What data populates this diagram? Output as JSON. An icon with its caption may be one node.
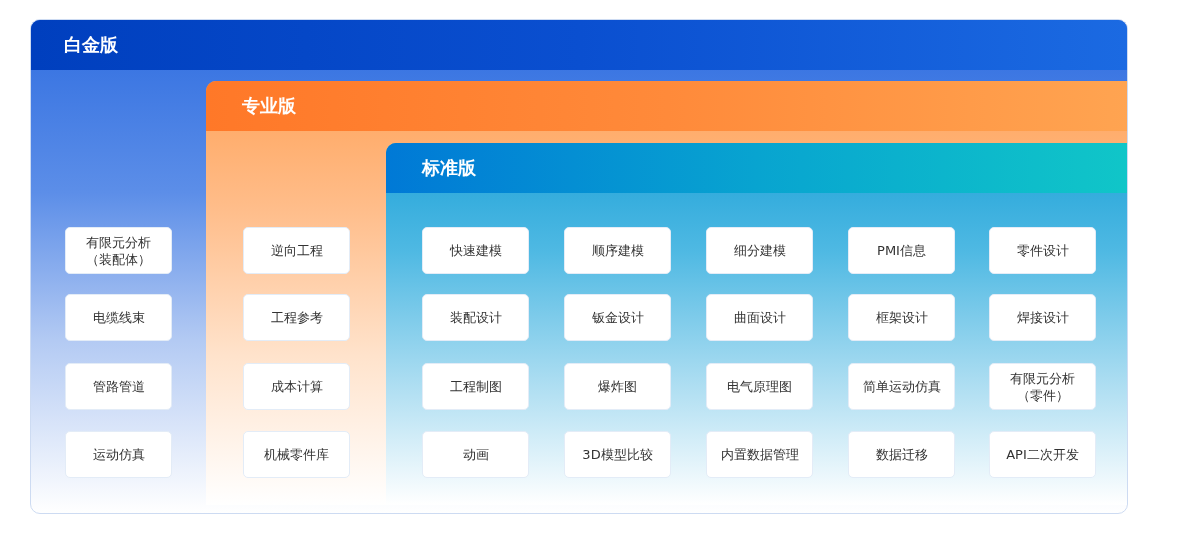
{
  "diagram": {
    "nodes": [
      {
        "text": [
          "白金版"
        ]
      },
      {
        "text": [
          "有限元分析（装配体）"
        ],
        "in": 0
      },
      {
        "text": [
          "电缆线束"
        ],
        "in": 0
      },
      {
        "text": [
          "管路管道"
        ],
        "in": 0
      },
      {
        "text": [
          "运动仿真"
        ],
        "in": 0
      },
      {
        "text": [
          "专业版"
        ],
        "in": 0
      },
      {
        "text": [
          "逆向工程"
        ],
        "in": 5
      },
      {
        "text": [
          "工程参考"
        ],
        "in": 5
      },
      {
        "text": [
          "成本计算"
        ],
        "in": 5
      },
      {
        "text": [
          "机械零件库"
        ],
        "in": 5
      },
      {
        "text": [
          "标准版"
        ],
        "in": 5
      },
      {
        "text": [
          "快速建模"
        ],
        "in": 10
      },
      {
        "text": [
          "顺序建模"
        ],
        "in": 10
      },
      {
        "text": [
          "细分建模"
        ],
        "in": 10
      },
      {
        "text": [
          "PMI信息"
        ],
        "in": 10
      },
      {
        "text": [
          "零件设计"
        ],
        "in": 10
      },
      {
        "text": [
          "装配设计"
        ],
        "in": 10
      },
      {
        "text": [
          "钣金设计"
        ],
        "in": 10
      },
      {
        "text": [
          "曲面设计"
        ],
        "in": 10
      },
      {
        "text": [
          "框架设计"
        ],
        "in": 10
      },
      {
        "text": [
          "焊接设计"
        ],
        "in": 10
      },
      {
        "text": [
          "工程制图"
        ],
        "in": 10
      },
      {
        "text": [
          "爆炸图"
        ],
        "in": 10
      },
      {
        "text": [
          "电气原理图"
        ],
        "in": 10
      },
      {
        "text": [
          "简单运动仿真"
        ],
        "in": 10
      },
      {
        "text": [
          "有限元分析（零件）"
        ],
        "in": 10
      },
      {
        "text": [
          "动画"
        ],
        "in": 10
      },
      {
        "text": [
          "3D模型比较"
        ],
        "in": 10
      },
      {
        "text": [
          "内置数据管理"
        ],
        "in": 10
      },
      {
        "text": [
          "数据迁移"
        ],
        "in": 10
      },
      {
        "text": [
          "API二次开发"
        ],
        "in": 10
      }
    ]
  }
}
